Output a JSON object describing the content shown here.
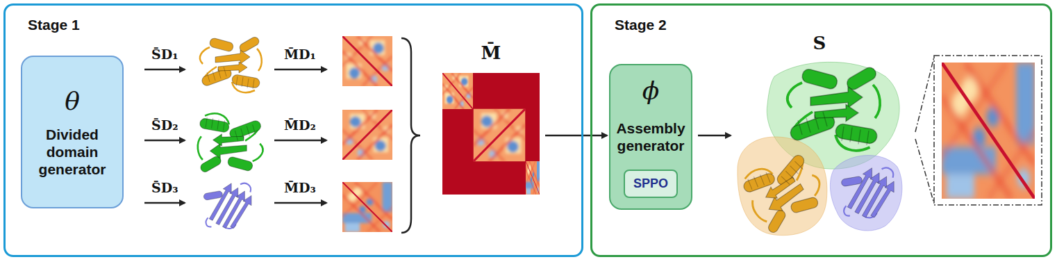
{
  "diagram": {
    "nodes": [
      {
        "text": [
          "Stage 1"
        ]
      },
      {
        "text": [
          "θ",
          "Divided domain generator"
        ],
        "in": 0
      },
      {
        "text": [
          "M̄"
        ],
        "in": 0
      },
      {
        "text": [
          "Stage 2"
        ]
      },
      {
        "text": [
          "ϕ",
          "Assembly generator"
        ],
        "in": 3
      },
      {
        "text": [
          "SPPO"
        ],
        "in": 4
      },
      {
        "text": [
          "S"
        ],
        "in": 3
      }
    ],
    "edges": [
      {
        "from": 2,
        "to": 4,
        "arrow": "to"
      },
      {
        "from": 4,
        "to": 6,
        "arrow": "to"
      }
    ],
    "labels": [
      "S̄D₁",
      "S̄D₂",
      "S̄D₃",
      "M̄D₁",
      "M̄D₂",
      "M̄D₃"
    ]
  }
}
